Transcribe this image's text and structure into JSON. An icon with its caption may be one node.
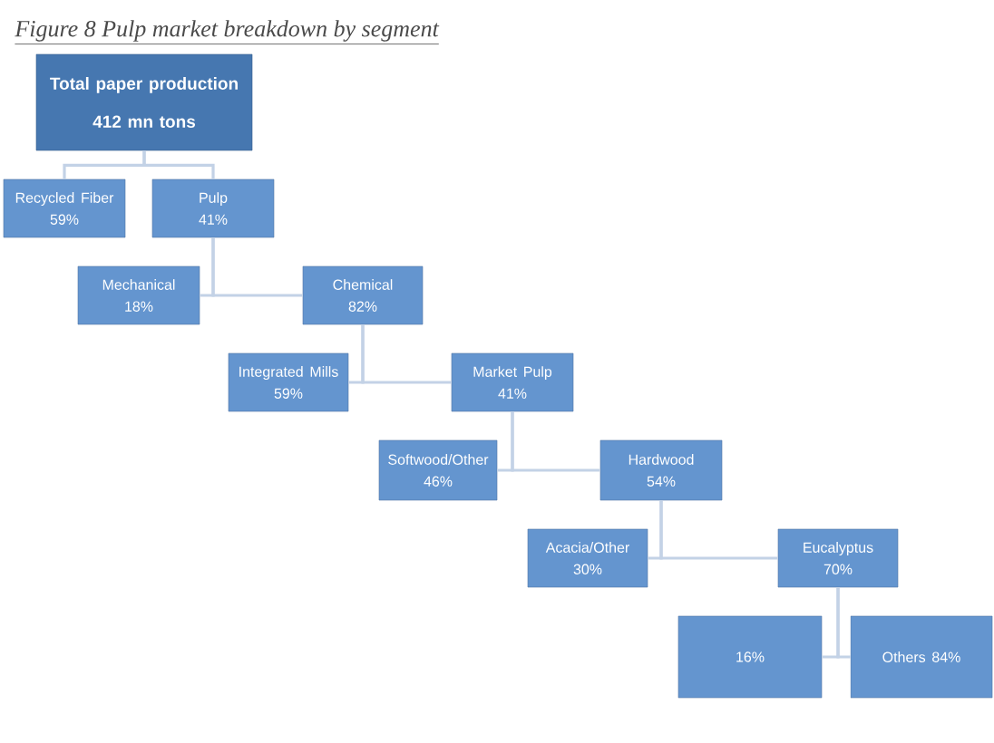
{
  "diagram": {
    "title": "Figure 8 Pulp market breakdown by segment",
    "nodes": [
      {
        "text": [
          "Total paper production",
          "412 mn tons"
        ]
      },
      {
        "text": [
          "Recycled Fiber",
          "59%"
        ]
      },
      {
        "text": [
          "Pulp",
          "41%"
        ]
      },
      {
        "text": [
          "Mechanical",
          "18%"
        ]
      },
      {
        "text": [
          "Chemical",
          "82%"
        ]
      },
      {
        "text": [
          "Integrated Mills",
          "59%"
        ]
      },
      {
        "text": [
          "Market Pulp",
          "41%"
        ]
      },
      {
        "text": [
          "Softwood/Other",
          "46%"
        ]
      },
      {
        "text": [
          "Hardwood",
          "54%"
        ]
      },
      {
        "text": [
          "Acacia/Other",
          "30%"
        ]
      },
      {
        "text": [
          "Eucalyptus",
          "70%"
        ]
      },
      {
        "text": [
          "16%"
        ]
      },
      {
        "text": [
          "Others 84%"
        ]
      }
    ],
    "edges": [
      {
        "from": 0,
        "to": 1,
        "arrow": "none"
      },
      {
        "from": 0,
        "to": 2,
        "arrow": "none"
      },
      {
        "from": 2,
        "to": 3,
        "arrow": "none"
      },
      {
        "from": 2,
        "to": 4,
        "arrow": "none"
      },
      {
        "from": 4,
        "to": 5,
        "arrow": "none"
      },
      {
        "from": 4,
        "to": 6,
        "arrow": "none"
      },
      {
        "from": 6,
        "to": 7,
        "arrow": "none"
      },
      {
        "from": 6,
        "to": 8,
        "arrow": "none"
      },
      {
        "from": 8,
        "to": 9,
        "arrow": "none"
      },
      {
        "from": 8,
        "to": 10,
        "arrow": "none"
      },
      {
        "from": 10,
        "to": 11,
        "arrow": "none"
      },
      {
        "from": 10,
        "to": 12,
        "arrow": "none"
      }
    ]
  }
}
